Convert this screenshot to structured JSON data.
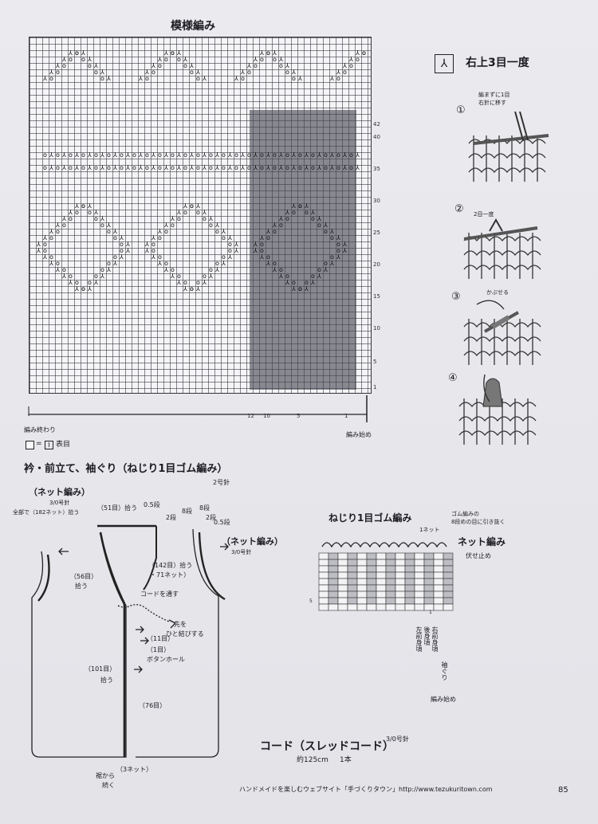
{
  "chart": {
    "title": "模様編み",
    "row_numbers": [
      "42",
      "40",
      "35",
      "30",
      "25",
      "20",
      "15",
      "10",
      "5",
      "1"
    ],
    "col_numbers": [
      "12",
      "10",
      "5",
      "1"
    ],
    "start_left": "編み終わり",
    "start_right": "編み始め",
    "legend_value": "I",
    "legend_text": "表目"
  },
  "decrease": {
    "title": "右上3目一度",
    "symbol": "⅄",
    "steps": [
      {
        "num": "①",
        "note_line1": "編まずに1目",
        "note_line2": "右針に移す"
      },
      {
        "num": "②",
        "note_line1": "2目一度",
        "note_line2": ""
      },
      {
        "num": "③",
        "note_line1": "かぶせる",
        "note_line2": ""
      },
      {
        "num": "④",
        "note_line1": "",
        "note_line2": ""
      }
    ]
  },
  "collar": {
    "title": "衿・前立て、袖ぐり（ねじり1目ゴム編み）",
    "needle": "2号針",
    "net_left": "（ネット編み）",
    "net_left_needle": "3/0号針",
    "net_left_pick": "全部で（182ネット）拾う",
    "net_right": "（ネット編み）",
    "net_right_needle": "3/0号針",
    "lbl_51": "（51目）拾う",
    "lbl_05_left": "0.5段",
    "lbl_2_left": "2段",
    "lbl_8_left": "8段",
    "lbl_8_right": "8段",
    "lbl_2_right": "2段",
    "lbl_05_right": "0.5段",
    "lbl_142": "（142目）拾う",
    "lbl_71": "・71ネット）",
    "lbl_56": "（56目）",
    "lbl_56b": "拾う",
    "lbl_cord": "コードを通す",
    "lbl_tie1": "先を",
    "lbl_tie2": "ひと結びする",
    "lbl_11": "（11目）",
    "lbl_1": "（1目）",
    "lbl_button": "ボタンホール",
    "lbl_101": "（101目）",
    "lbl_101b": "拾う",
    "lbl_76": "（76目）",
    "lbl_3net": "（3ネット）",
    "lbl_3net_a": "裾から",
    "lbl_3net_b": "続く"
  },
  "rib": {
    "title": "ねじり1目ゴム編み",
    "note1": "ゴム編みの",
    "note2": "8段めの目に引き抜く",
    "net1": "1ネット",
    "net_title": "ネット編み",
    "bind_off": "伏せ止め",
    "bottom_1": "左前身頃",
    "bottom_2": "後身頃",
    "bottom_3": "右前身頃",
    "bottom_4": "袖ぐり",
    "bottom_start": "編み始め",
    "row_marks": [
      "5",
      "1"
    ]
  },
  "cord": {
    "title": "コード（スレッドコード）",
    "needle": "3/0号針",
    "length": "約125cm",
    "count": "1本"
  },
  "footer": {
    "text": "ハンドメイドを楽しむウェブサイト「手づくりタウン」http://www.tezukuritown.com",
    "page": "85"
  }
}
